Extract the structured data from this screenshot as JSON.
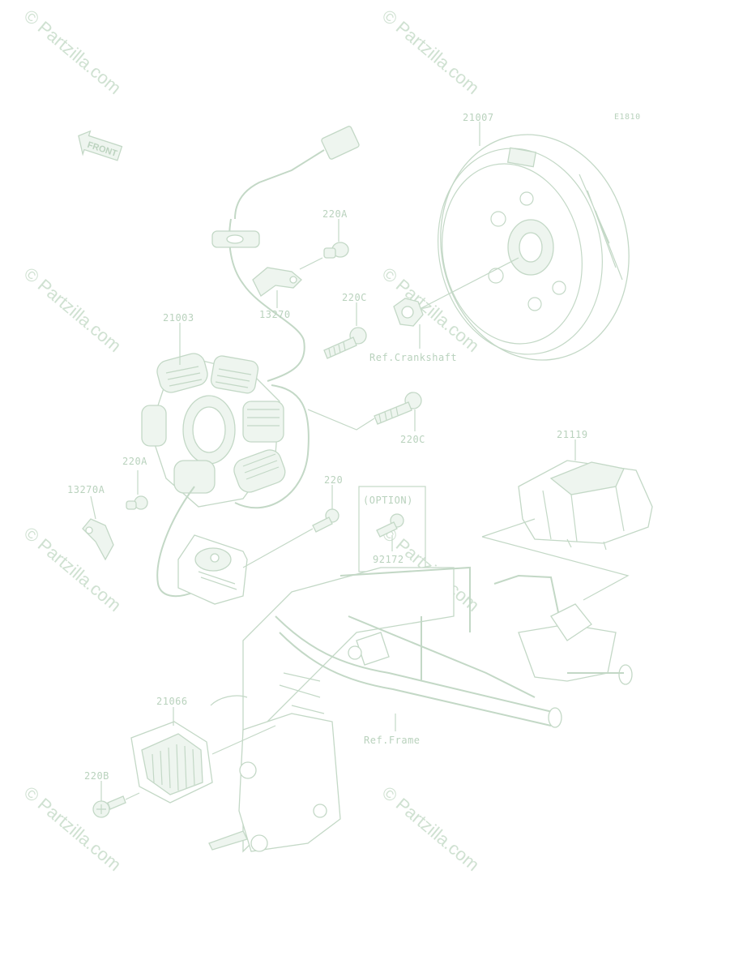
{
  "diagram_code": "E1810",
  "front_marker": "FRONT",
  "option_box_label": "(OPTION)",
  "watermark": "© Partzilla.com",
  "parts": {
    "flywheel": "21007",
    "stator": "21003",
    "regulator_box": "21119",
    "rectifier": "21066",
    "bracket": "13270",
    "bracket_a": "13270A",
    "bolt_220a_top": "220A",
    "bolt_220a_left": "220A",
    "bolt_220c_top": "220C",
    "bolt_220c_mid": "220C",
    "bolt_220": "220",
    "bolt_220b": "220B",
    "option_part": "92172"
  },
  "refs": {
    "crankshaft": "Ref.Crankshaft",
    "frame": "Ref.Frame"
  }
}
